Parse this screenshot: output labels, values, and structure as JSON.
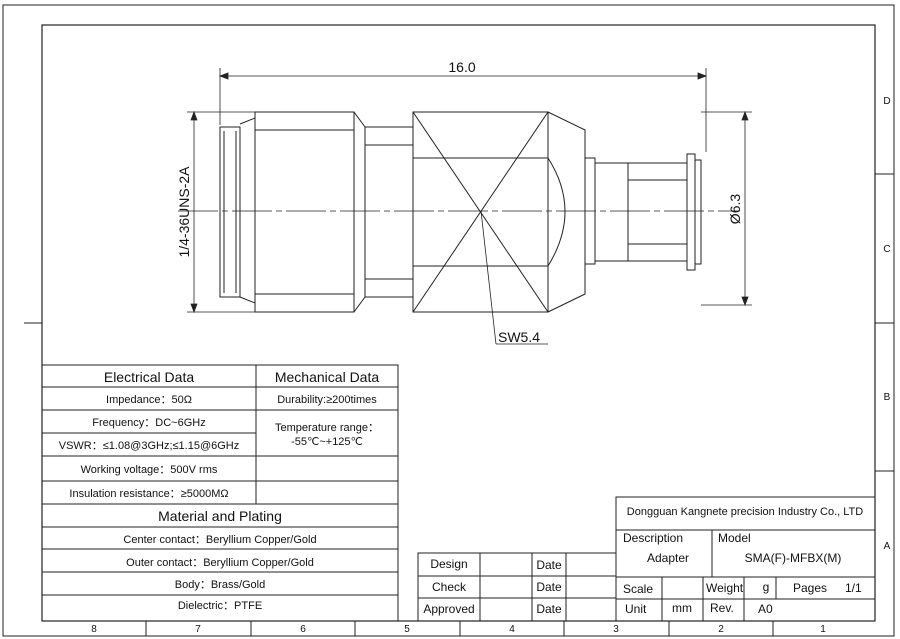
{
  "drawing": {
    "dim_length": "16.0",
    "dim_thread": "1/4-36UNS-2A",
    "dim_diameter": "Ø6.3",
    "dim_hex": "SW5.4"
  },
  "zones": {
    "right": [
      "D",
      "C",
      "B",
      "A"
    ],
    "bottom": [
      "8",
      "7",
      "6",
      "5",
      "4",
      "3",
      "2",
      "1"
    ]
  },
  "electrical": {
    "title": "Electrical Data",
    "rows": [
      "Impedance：50Ω",
      "Frequency：DC~6GHz",
      "VSWR：≤1.08@3GHz;≤1.15@6GHz",
      "Working voltage：500V rms",
      "Insulation resistance：≥5000MΩ"
    ]
  },
  "mechanical": {
    "title": "Mechanical Data",
    "durability": "Durability:≥200times",
    "temp_label": "Temperature range：",
    "temp_value": "-55℃~+125℃"
  },
  "material": {
    "title": "Material and Plating",
    "rows": [
      "Center contact：Beryllium Copper/Gold",
      "Outer contact：Beryllium Copper/Gold",
      "Body：Brass/Gold",
      "Dielectric：PTFE"
    ]
  },
  "signoff": {
    "design": "Design",
    "check": "Check",
    "approved": "Approved",
    "date": "Date"
  },
  "titleblock": {
    "company": "Dongguan Kangnete precision Industry Co., LTD",
    "description_label": "Description",
    "description_value": "Adapter",
    "model_label": "Model",
    "model_value": "SMA(F)-MFBX(M)",
    "scale_label": "Scale",
    "weight_label": "Weight",
    "weight_value": "g",
    "pages_label": "Pages",
    "pages_value": "1/1",
    "unit_label": "Unit",
    "unit_value": "mm",
    "rev_label": "Rev.",
    "rev_value": "A0"
  }
}
